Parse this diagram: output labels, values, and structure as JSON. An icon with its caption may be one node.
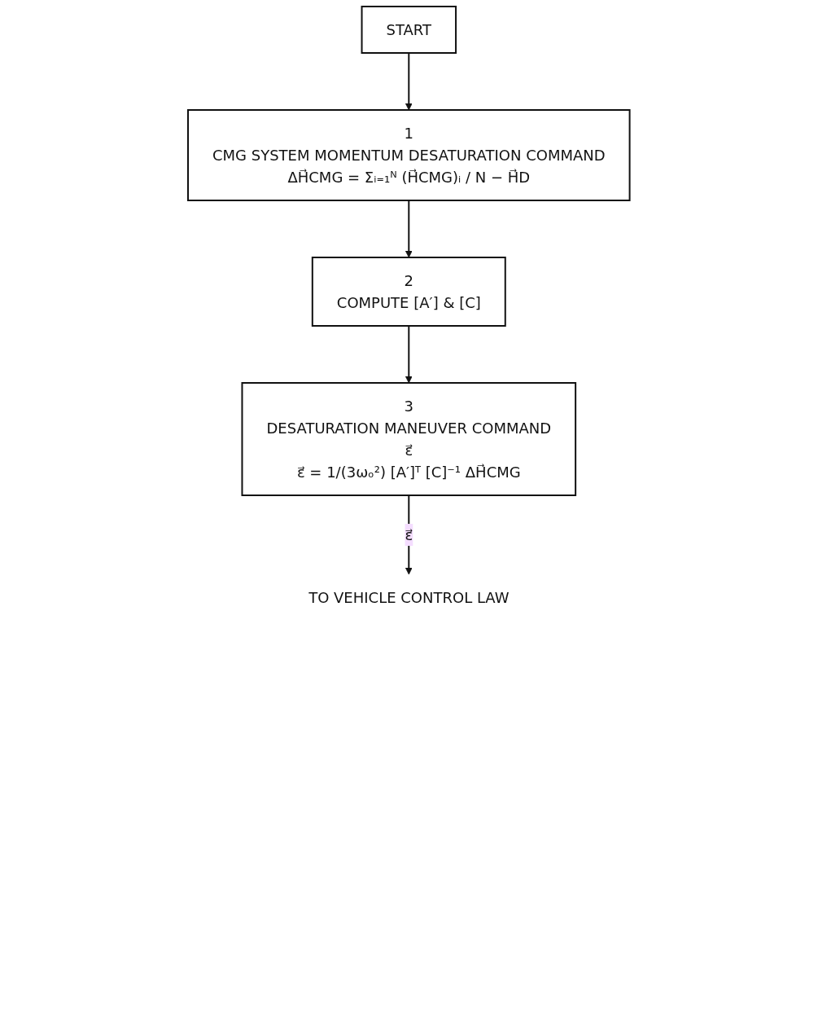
{
  "diagram": {
    "nodes": [
      {
        "text": [
          "START"
        ]
      },
      {
        "text": [
          "1",
          "CMG SYSTEM MOMENTUM DESATURATION COMMAND",
          "ΔH⃗CMG = Σᵢ₌₁ᴺ (H⃗CMG)ᵢ / N − H⃗D"
        ]
      },
      {
        "text": [
          "2",
          "COMPUTE [A′] & [C]"
        ]
      },
      {
        "text": [
          "3",
          "DESATURATION MANEUVER COMMAND",
          "ε⃗",
          "ε⃗ = 1/(3ωₒ²) [A′]ᵀ [C]⁻¹ ΔH⃗CMG"
        ]
      },
      {
        "text": [
          "TO VEHICLE CONTROL LAW"
        ]
      }
    ],
    "edges": [
      {
        "from": 0,
        "to": 1,
        "arrow": "to"
      },
      {
        "from": 1,
        "to": 2,
        "arrow": "to"
      },
      {
        "from": 2,
        "to": 3,
        "arrow": "to"
      },
      {
        "from": 3,
        "to": 4,
        "arrow": "to",
        "label": "ε⃗"
      }
    ]
  }
}
